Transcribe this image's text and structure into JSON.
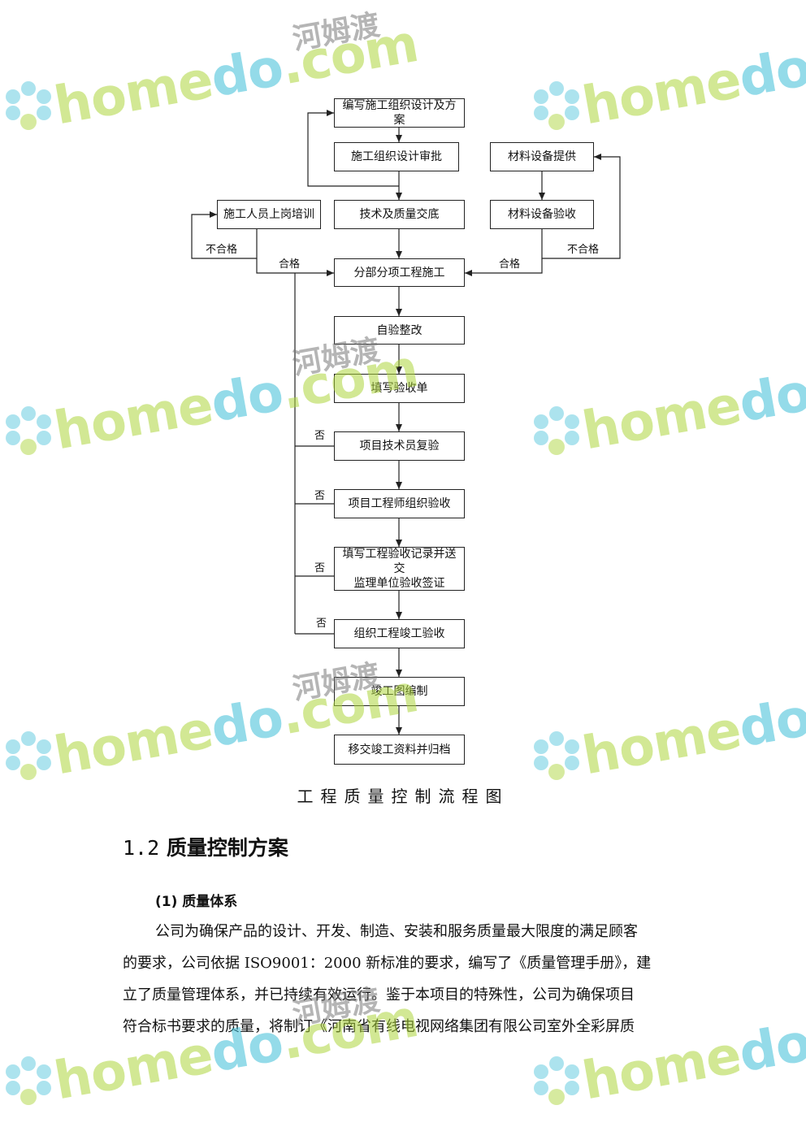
{
  "flowchart": {
    "boxes": {
      "compile_plan": "编写施工组织设计及方案",
      "plan_approval": "施工组织设计审批",
      "material_supply": "材料设备提供",
      "staff_training": "施工人员上岗培训",
      "tech_briefing": "技术及质量交底",
      "material_inspection": "材料设备验收",
      "sub_construction": "分部分项工程施工",
      "self_inspection": "自验整改",
      "fill_form": "填写验收单",
      "tech_recheck": "项目技术员复验",
      "engineer_inspection": "项目工程师组织验收",
      "record_submit_line1": "填写工程验收记录并送交",
      "record_submit_line2": "监理单位验收签证",
      "completion_inspection": "组织工程竣工验收",
      "as_built": "竣工图编制",
      "handover": "移交竣工资料并归档"
    },
    "labels": {
      "fail_left": "不合格",
      "pass_left": "合格",
      "fail_right": "不合格",
      "pass_right": "合格",
      "no_1": "否",
      "no_2": "否",
      "no_3": "否",
      "no_4": "否"
    },
    "caption": "工程质量控制流程图"
  },
  "section": {
    "number": "1.2",
    "title": "质量控制方案",
    "subheading": "(1) 质量体系",
    "paragraph_lines": [
      "公司为确保产品的设计、开发、制造、安装和服务质量最大限度的满足顾客",
      "的要求，公司依据 ISO9001：2000 新标准的要求，编写了《质量管理手册》，建",
      "立了质量管理体系，并已持续有效运行。鉴于本项目的特殊性，公司为确保项目",
      "符合标书要求的质量，将制订《河南省有线电视网络集团有限公司室外全彩屏质"
    ]
  },
  "watermark": {
    "brand_part1": "home",
    "brand_part2": "do",
    "brand_part3": ".com",
    "chinese": "河姆渡",
    "color_green": "#add63c",
    "color_blue": "#3cbed7"
  }
}
